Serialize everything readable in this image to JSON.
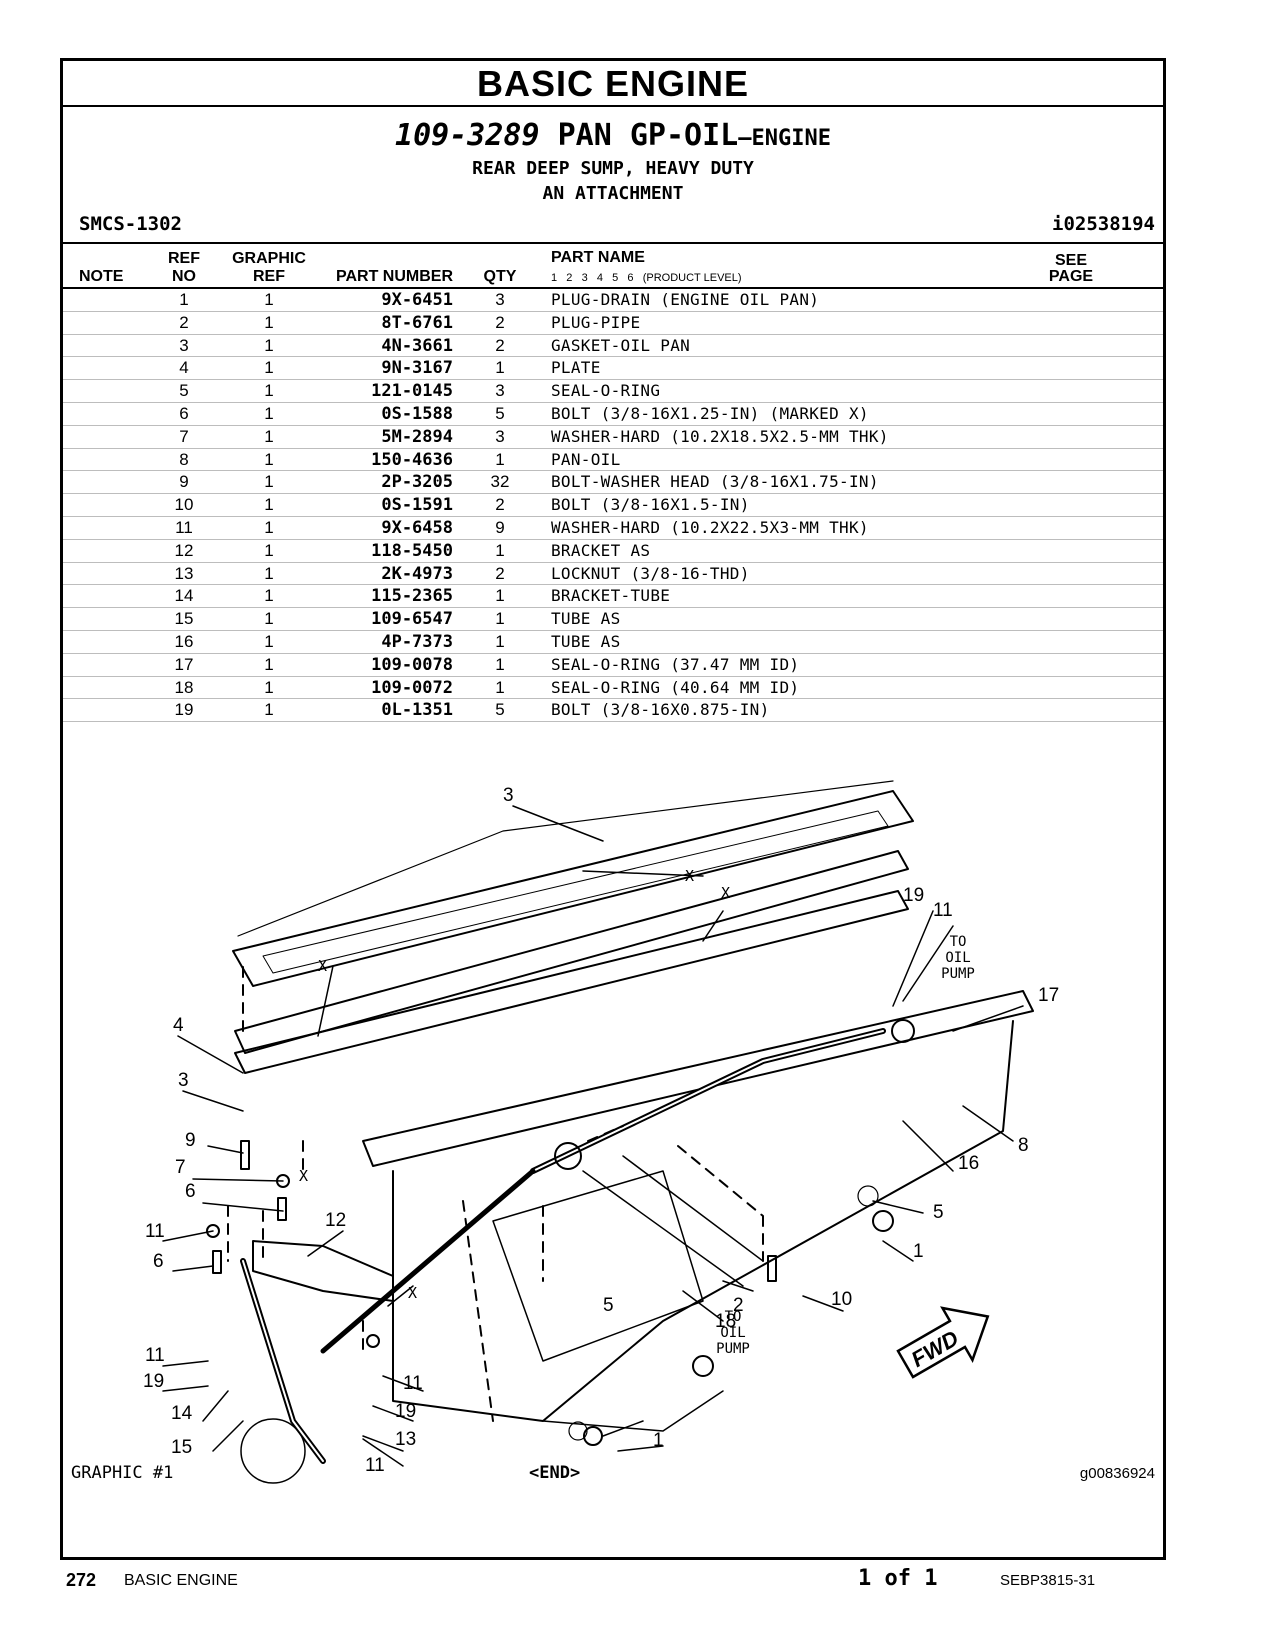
{
  "section": "BASIC ENGINE",
  "title": {
    "number": "109-3289",
    "name": "PAN GP-OIL",
    "suffix": "—ENGINE",
    "line2": "REAR DEEP SUMP, HEAVY DUTY",
    "line3": "AN ATTACHMENT"
  },
  "smcs": "SMCS-1302",
  "doc_id": "i02538194",
  "columns": {
    "note": "NOTE",
    "ref_top": "REF",
    "ref_bottom": "NO",
    "graphic_top": "GRAPHIC",
    "graphic_bottom": "REF",
    "part_number": "PART NUMBER",
    "qty": "QTY",
    "part_name": "PART NAME",
    "product_levels": "1   2   3   4   5   6   (PRODUCT LEVEL)",
    "see_top": "SEE",
    "see_bottom": "PAGE"
  },
  "parts": [
    {
      "ref": "1",
      "graphic": "1",
      "pn": "9X-6451",
      "qty": "3",
      "name": "PLUG-DRAIN (ENGINE OIL PAN)"
    },
    {
      "ref": "2",
      "graphic": "1",
      "pn": "8T-6761",
      "qty": "2",
      "name": "PLUG-PIPE"
    },
    {
      "ref": "3",
      "graphic": "1",
      "pn": "4N-3661",
      "qty": "2",
      "name": "GASKET-OIL PAN"
    },
    {
      "ref": "4",
      "graphic": "1",
      "pn": "9N-3167",
      "qty": "1",
      "name": "PLATE"
    },
    {
      "ref": "5",
      "graphic": "1",
      "pn": "121-0145",
      "qty": "3",
      "name": "SEAL-O-RING"
    },
    {
      "ref": "6",
      "graphic": "1",
      "pn": "0S-1588",
      "qty": "5",
      "name": "BOLT (3/8-16X1.25-IN) (MARKED X)"
    },
    {
      "ref": "7",
      "graphic": "1",
      "pn": "5M-2894",
      "qty": "3",
      "name": "WASHER-HARD (10.2X18.5X2.5-MM THK)"
    },
    {
      "ref": "8",
      "graphic": "1",
      "pn": "150-4636",
      "qty": "1",
      "name": "PAN-OIL"
    },
    {
      "ref": "9",
      "graphic": "1",
      "pn": "2P-3205",
      "qty": "32",
      "name": "BOLT-WASHER HEAD (3/8-16X1.75-IN)"
    },
    {
      "ref": "10",
      "graphic": "1",
      "pn": "0S-1591",
      "qty": "2",
      "name": "BOLT (3/8-16X1.5-IN)"
    },
    {
      "ref": "11",
      "graphic": "1",
      "pn": "9X-6458",
      "qty": "9",
      "name": "WASHER-HARD (10.2X22.5X3-MM THK)"
    },
    {
      "ref": "12",
      "graphic": "1",
      "pn": "118-5450",
      "qty": "1",
      "name": "BRACKET AS"
    },
    {
      "ref": "13",
      "graphic": "1",
      "pn": "2K-4973",
      "qty": "2",
      "name": "LOCKNUT (3/8-16-THD)"
    },
    {
      "ref": "14",
      "graphic": "1",
      "pn": "115-2365",
      "qty": "1",
      "name": "BRACKET-TUBE"
    },
    {
      "ref": "15",
      "graphic": "1",
      "pn": "109-6547",
      "qty": "1",
      "name": "TUBE AS"
    },
    {
      "ref": "16",
      "graphic": "1",
      "pn": "4P-7373",
      "qty": "1",
      "name": "TUBE AS"
    },
    {
      "ref": "17",
      "graphic": "1",
      "pn": "109-0078",
      "qty": "1",
      "name": "SEAL-O-RING (37.47 MM ID)"
    },
    {
      "ref": "18",
      "graphic": "1",
      "pn": "109-0072",
      "qty": "1",
      "name": "SEAL-O-RING (40.64 MM ID)"
    },
    {
      "ref": "19",
      "graphic": "1",
      "pn": "0L-1351",
      "qty": "5",
      "name": "BOLT (3/8-16X0.875-IN)"
    }
  ],
  "drawing": {
    "callouts": [
      "3",
      "4",
      "3",
      "9",
      "7",
      "6",
      "11",
      "6",
      "12",
      "11",
      "19",
      "14",
      "15",
      "11",
      "19",
      "13",
      "11",
      "5",
      "1",
      "2",
      "18",
      "10",
      "16",
      "8",
      "5",
      "1",
      "19",
      "11",
      "17"
    ],
    "markers": [
      "X",
      "X",
      "X",
      "X",
      "X"
    ],
    "to_oil_pump_a": [
      "TO",
      "OIL",
      "PUMP"
    ],
    "to_oil_pump_b": [
      "TO",
      "OIL",
      "PUMP"
    ],
    "fwd": "FWD"
  },
  "graphic_label": "GRAPHIC #1",
  "end_label": "<END>",
  "graphic_code": "g00836924",
  "footer": {
    "page": "272",
    "section": "BASIC ENGINE",
    "page_of": "1 of 1",
    "doc": "SEBP3815-31"
  }
}
